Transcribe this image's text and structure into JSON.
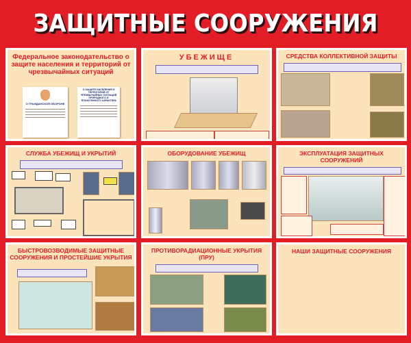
{
  "poster": {
    "title": "ЗАЩИТНЫЕ СООРУЖЕНИЯ",
    "colors": {
      "background": "#e21d25",
      "panel": "#fbe3bb",
      "heading": "#e21d25"
    },
    "panels": [
      {
        "title": "Федеральное законодательство о защите населения и территорий от чрезвычайных ситуаций",
        "documents": [
          "О ГРАЖДАНСКОЙ ОБОРОНЕ",
          "О ЗАЩИТЕ НАСЕЛЕНИЯ И ТЕРРИТОРИЙ ОТ ЧРЕЗВЫЧАЙНЫХ СИТУАЦИЙ ПРИРОДНОГО И ТЕХНОГЕННОГО ХАРАКТЕРА"
        ]
      },
      {
        "title": "УБЕЖИЩЕ"
      },
      {
        "title": "СРЕДСТВА КОЛЛЕКТИВНОЙ ЗАЩИТЫ"
      },
      {
        "title": "СЛУЖБА УБЕЖИЩ И УКРЫТИЙ"
      },
      {
        "title": "ОБОРУДОВАНИЕ УБЕЖИЩ"
      },
      {
        "title": "ЭКСПЛУАТАЦИЯ ЗАЩИТНЫХ СООРУЖЕНИЙ"
      },
      {
        "title": "БЫСТРОВОЗВОДИМЫЕ ЗАЩИТНЫЕ СООРУЖЕНИЯ И ПРОСТЕЙШИЕ УКРЫТИЯ"
      },
      {
        "title": "ПРОТИВОРАДИАЦИОННЫЕ УКРЫТИЯ (ПРУ)"
      },
      {
        "title": "НАШИ ЗАЩИТНЫЕ СООРУЖЕНИЯ"
      }
    ]
  }
}
